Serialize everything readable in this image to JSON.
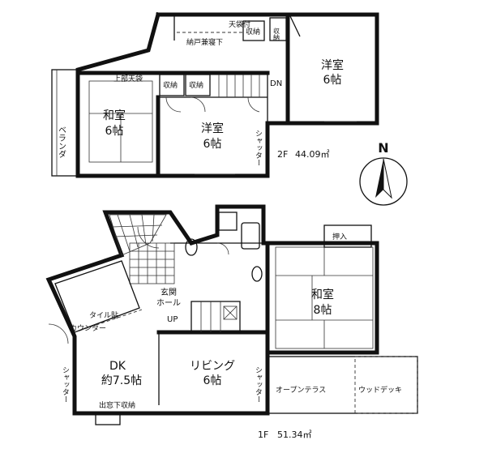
{
  "floor2": {
    "area_label": "2F",
    "area_value": "44.09㎡",
    "rooms": {
      "western_a": {
        "name": "洋室",
        "size": "6帖"
      },
      "western_b": {
        "name": "洋室",
        "size": "6帖"
      },
      "japanese": {
        "name": "和室",
        "size": "6帖"
      }
    },
    "labels": {
      "ceiling_storage": "天袋付",
      "closet_a": "収納",
      "closet_b": "収納",
      "closet_c": "収納",
      "closet_d": "収納",
      "attic_storage": "納戸兼寝下",
      "upper_ceiling_storage": "上部天袋",
      "balcony": "ベランダ",
      "shutter": "シャッター",
      "stairs_down": "DN"
    }
  },
  "floor1": {
    "area_label": "1F",
    "area_value": "51.34㎡",
    "rooms": {
      "japanese": {
        "name": "和室",
        "size": "8帖"
      },
      "dk": {
        "name": "DK",
        "size": "約7.5帖"
      },
      "living": {
        "name": "リビング",
        "size": "6帖"
      },
      "entrance": {
        "name": "玄関",
        "sub": "ホール"
      }
    },
    "labels": {
      "closet": "押入",
      "tile": "タイル貼",
      "counter": "カウンター",
      "stairs_up": "UP",
      "open_terrace": "オープンテラス",
      "wood_deck": "ウッドデッキ",
      "bay_window_storage": "出窓下収納",
      "shutter_left": "シャッター",
      "shutter_right": "シャッター"
    }
  },
  "compass": {
    "north": "N"
  }
}
